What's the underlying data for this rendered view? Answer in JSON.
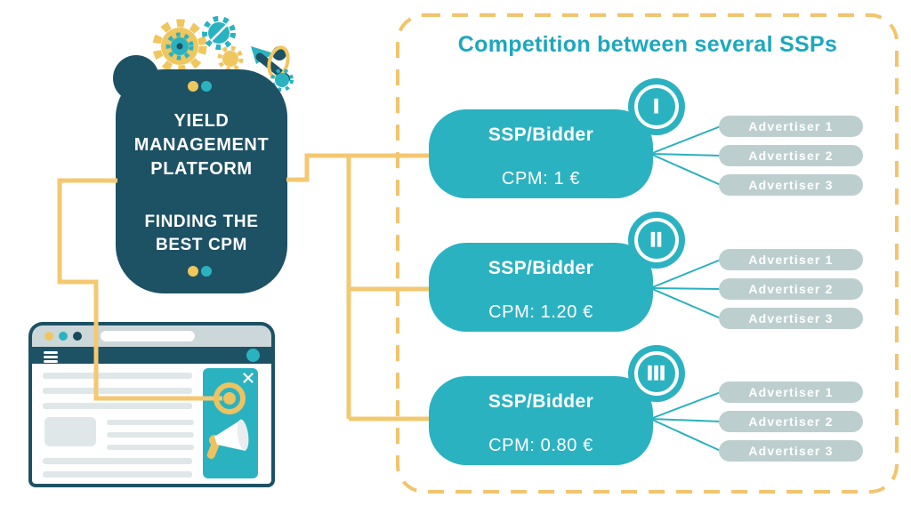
{
  "header": {
    "title": "Competition between several SSPs"
  },
  "platform": {
    "title_lines": [
      "YIELD",
      "MANAGEMENT",
      "PLATFORM"
    ],
    "subtitle_lines": [
      "FINDING THE",
      "BEST CPM"
    ]
  },
  "ssps": [
    {
      "numeral": "I",
      "name": "SSP/Bidder",
      "cpm": "CPM: 1 €",
      "advertisers": [
        "Advertiser 1",
        "Advertiser 2",
        "Advertiser 3"
      ]
    },
    {
      "numeral": "II",
      "name": "SSP/Bidder",
      "cpm": "CPM: 1.20 €",
      "advertisers": [
        "Advertiser 1",
        "Advertiser 2",
        "Advertiser 3"
      ]
    },
    {
      "numeral": "III",
      "name": "SSP/Bidder",
      "cpm": "CPM: 0.80 €",
      "advertisers": [
        "Advertiser 1",
        "Advertiser 2",
        "Advertiser 3"
      ]
    }
  ],
  "colors": {
    "teal": "#2bb2c1",
    "navy": "#1d5164",
    "yellow": "#f4c870",
    "pill_gray": "#bccfce",
    "title_teal": "#1ca8be"
  }
}
